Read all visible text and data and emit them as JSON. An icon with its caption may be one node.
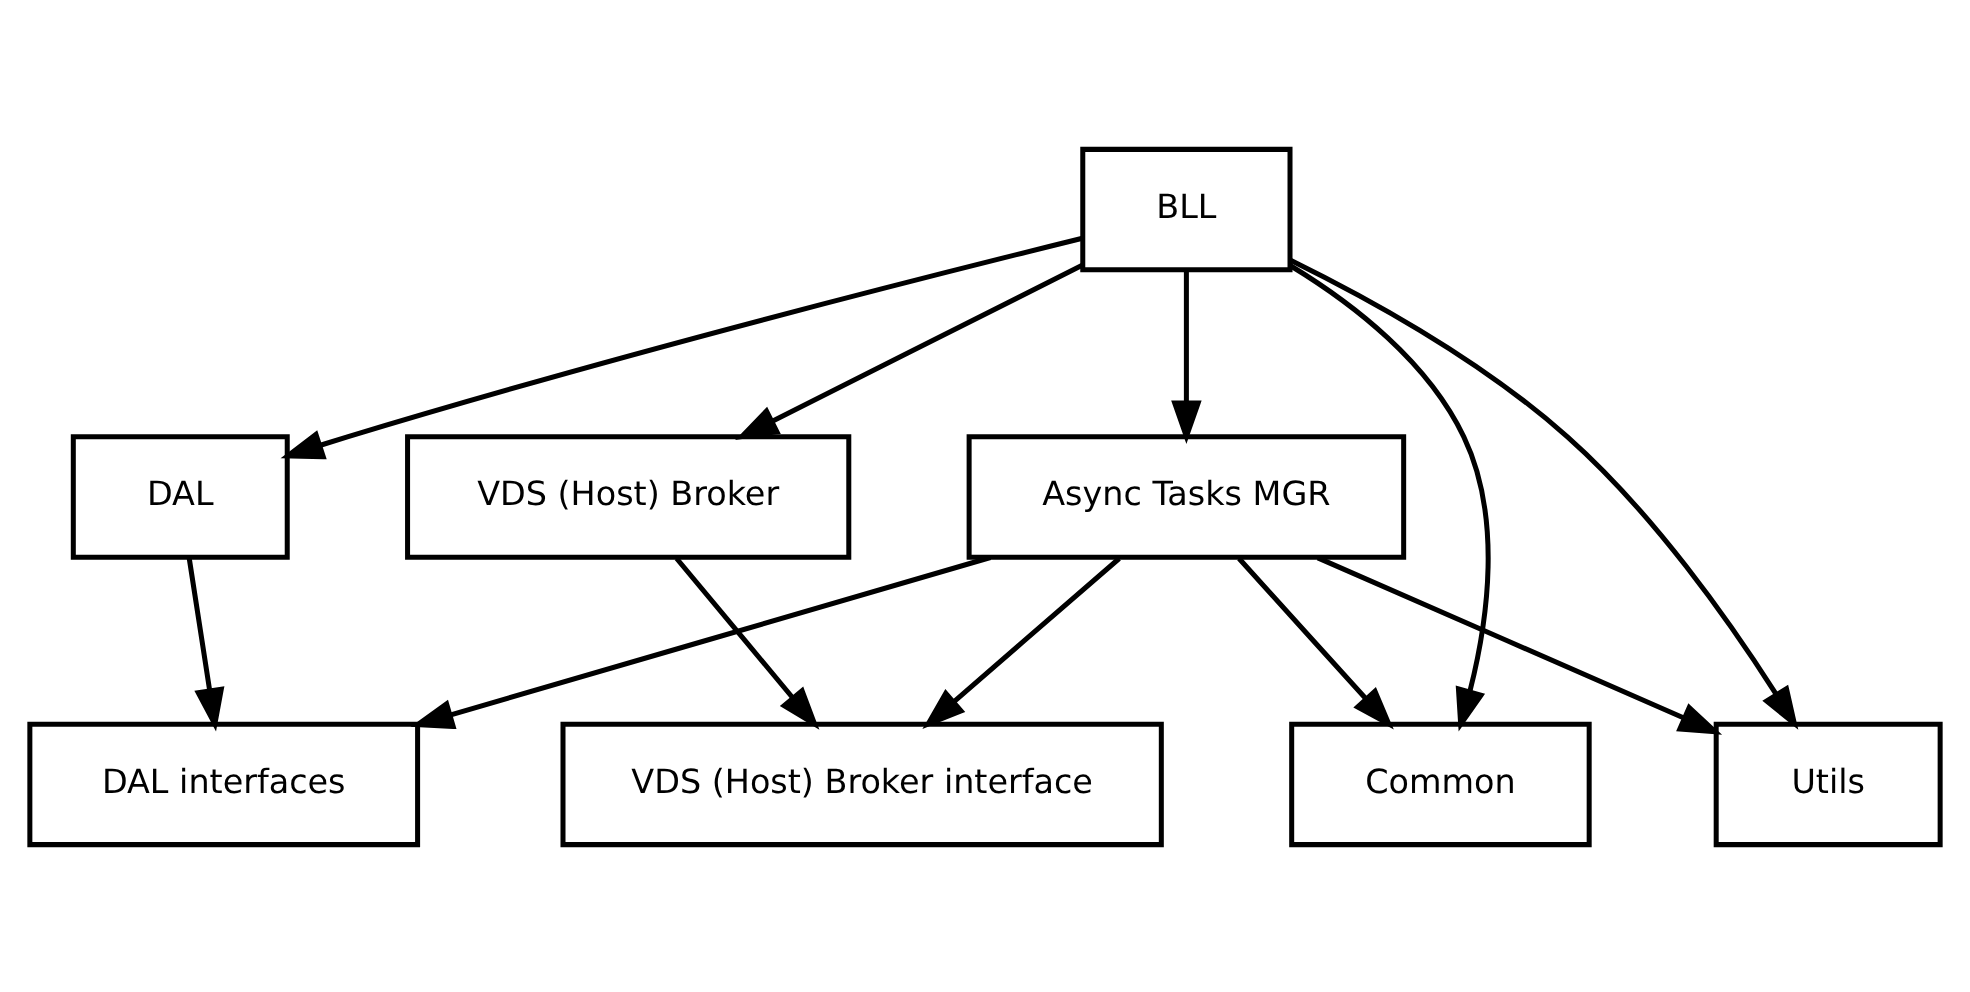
{
  "diagram": {
    "nodes": [
      {
        "text": [
          "BLL"
        ]
      },
      {
        "text": [
          "Async Tasks MGR"
        ]
      },
      {
        "text": [
          "DAL interfaces"
        ]
      },
      {
        "text": [
          "VDS (Host) Broker interface"
        ]
      },
      {
        "text": [
          "Common"
        ]
      },
      {
        "text": [
          "Utils"
        ]
      },
      {
        "text": [
          "DAL"
        ]
      },
      {
        "text": [
          "VDS (Host) Broker"
        ]
      }
    ],
    "edges": [
      {
        "from": 0,
        "to": 1,
        "arrow": "to"
      },
      {
        "from": 0,
        "to": 4,
        "arrow": "to"
      },
      {
        "from": 0,
        "to": 5,
        "arrow": "to"
      },
      {
        "from": 0,
        "to": 6,
        "arrow": "to"
      },
      {
        "from": 0,
        "to": 7,
        "arrow": "to"
      },
      {
        "from": 1,
        "to": 4,
        "arrow": "to"
      },
      {
        "from": 1,
        "to": 5,
        "arrow": "to"
      },
      {
        "from": 1,
        "to": 2,
        "arrow": "to"
      },
      {
        "from": 1,
        "to": 3,
        "arrow": "to"
      },
      {
        "from": 6,
        "to": 2,
        "arrow": "to"
      },
      {
        "from": 7,
        "to": 3,
        "arrow": "to"
      }
    ]
  }
}
